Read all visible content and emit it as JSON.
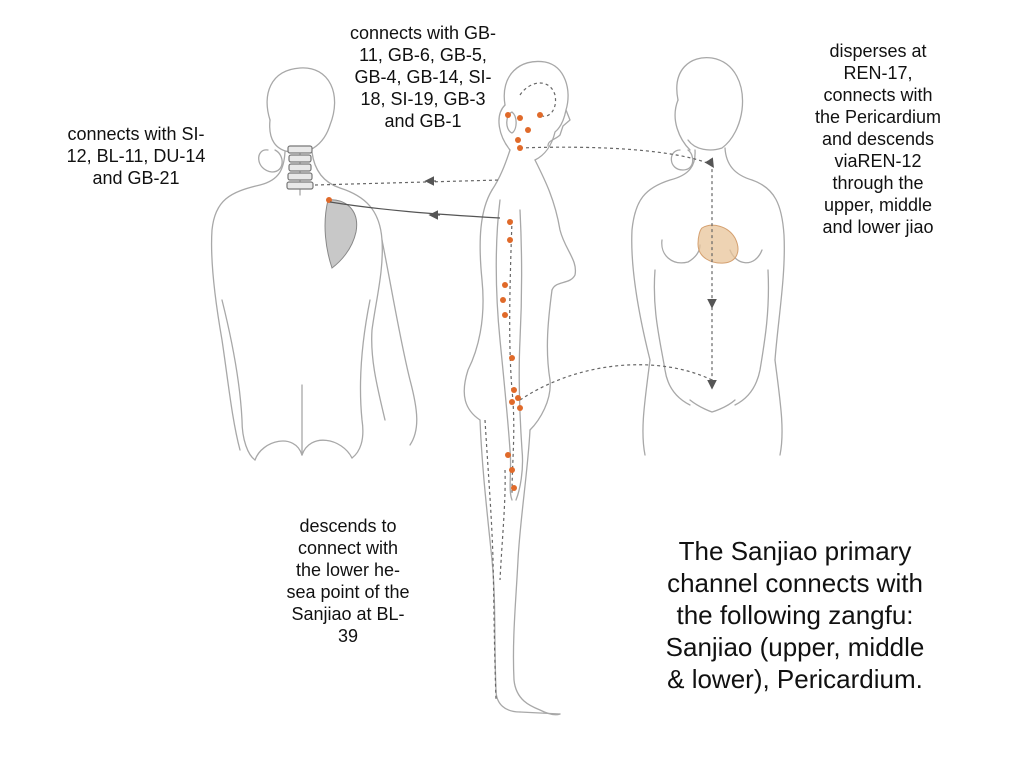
{
  "annotations": {
    "head": "connects with GB-\n11, GB-6, GB-5,\nGB-4, GB-14, SI-\n18, SI-19, GB-3\nand GB-1",
    "shoulder": "connects with SI-\n12, BL-11, DU-14\nand GB-21",
    "chest": "disperses at\nREN-17,\nconnects with\nthe Pericardium\nand descends\nviaREN-12\nthrough the\nupper, middle\nand lower jiao",
    "leg": "descends to\nconnect with\nthe lower he-\nsea point of the\nSanjiao at BL-\n39"
  },
  "caption": "The Sanjiao primary\nchannel connects with\nthe following zangfu:\nSanjiao (upper, middle\n& lower), Pericardium.",
  "colors": {
    "acupoint": "#e06a2a",
    "chest_region": "#e8c49a",
    "scapula": "#c8c8c8",
    "outline": "#a8a8a8"
  },
  "icons": {
    "arrow": "arrowhead-icon"
  }
}
